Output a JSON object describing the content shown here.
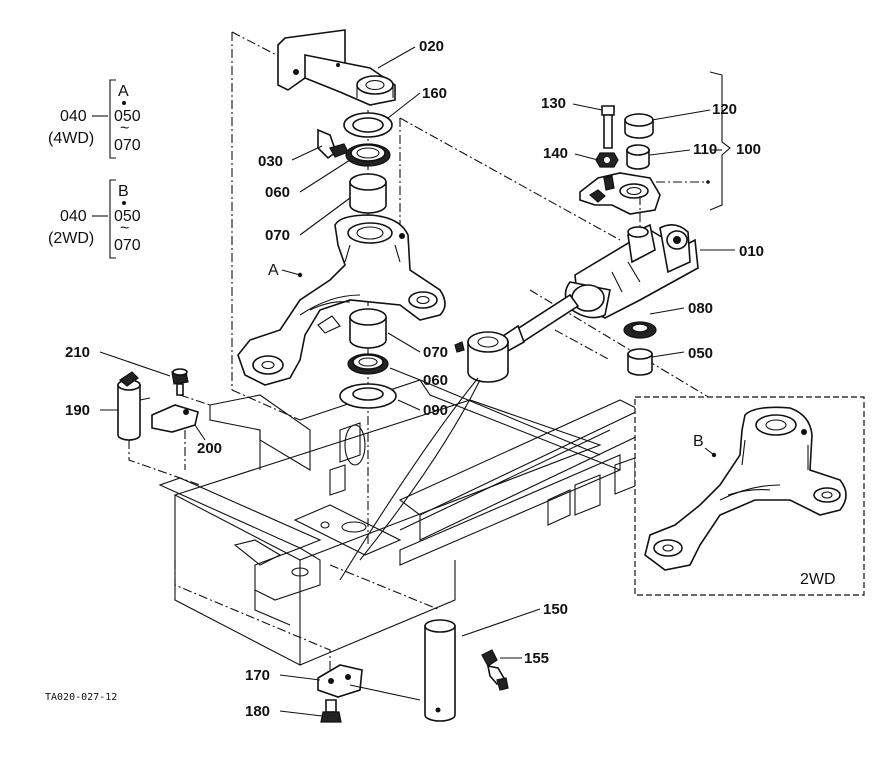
{
  "callouts": {
    "p020": "020",
    "p160": "160",
    "p130": "130",
    "p120": "120",
    "p140": "140",
    "p110": "110",
    "p100": "100",
    "p030": "030",
    "p060a": "060",
    "p070a": "070",
    "p010": "010",
    "p080": "080",
    "p050": "050",
    "p070b": "070",
    "p060b": "060",
    "p090": "090",
    "p210": "210",
    "p190": "190",
    "p200": "200",
    "p150": "150",
    "p155": "155",
    "p170": "170",
    "p180": "180"
  },
  "variants": {
    "a": {
      "letter": "A",
      "code": "040",
      "range_from": "050",
      "range_to": "070",
      "drive": "(4WD)"
    },
    "b": {
      "letter": "B",
      "code": "040",
      "range_from": "050",
      "range_to": "070",
      "drive": "(2WD)"
    }
  },
  "view_markers": {
    "a": "A",
    "b": "B"
  },
  "inset": {
    "caption": "2WD"
  },
  "drawing_code": "TA020-027-12"
}
